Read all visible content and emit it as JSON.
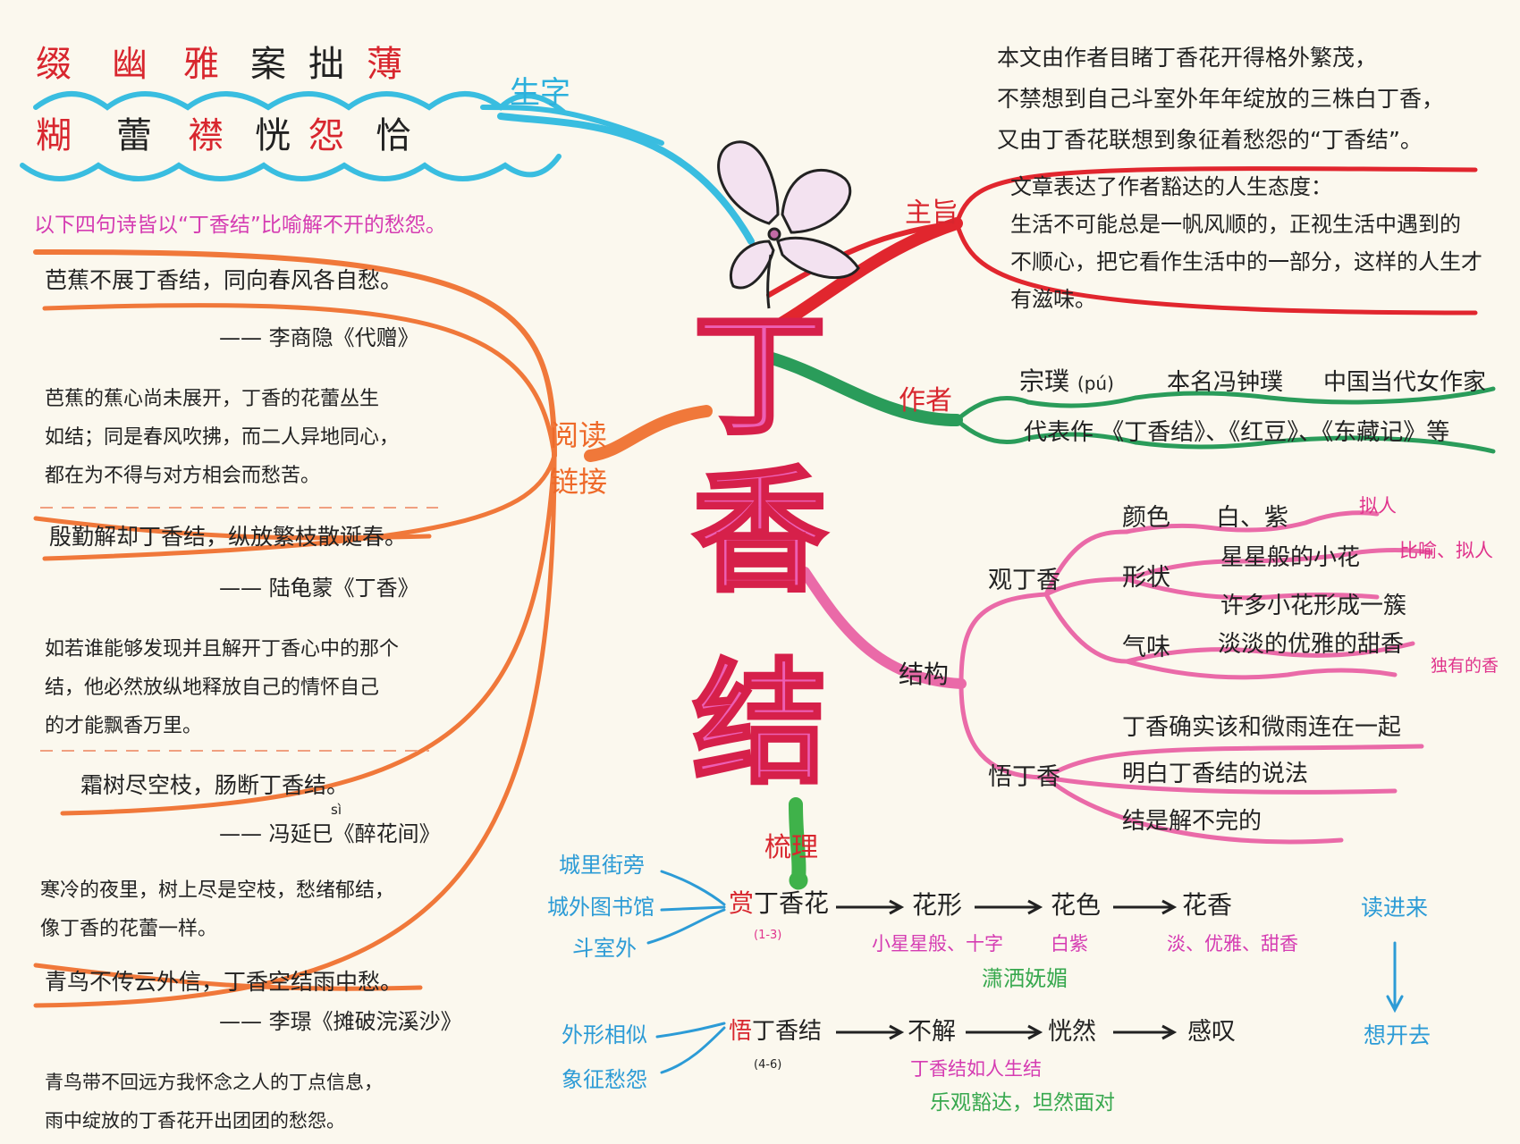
{
  "title": [
    "丁",
    "香",
    "结"
  ],
  "new_chars": {
    "label": "生字",
    "row1": [
      {
        "r": "缀",
        "b": ""
      },
      {
        "r": "",
        "b": "幽"
      },
      {
        "r": "雅",
        "b": ""
      },
      {
        "r": "",
        "b": "案"
      },
      {
        "r": "拙",
        "b": ""
      },
      {
        "r": "薄",
        "b": ""
      }
    ],
    "row2": [
      {
        "r": "",
        "b": "糊"
      },
      {
        "r": "",
        "b": "蕾"
      },
      {
        "r": "襟",
        "b": ""
      },
      {
        "r": "恍",
        "b": ""
      },
      {
        "r": "怨",
        "b": ""
      },
      {
        "r": "",
        "b": "恰"
      }
    ]
  },
  "theme": {
    "label": "主旨",
    "intro": [
      "本文由作者目睹丁香花开得格外繁茂，",
      "不禁想到自己斗室外年年绽放的三株白丁香，",
      "又由丁香花联想到象征着愁怨的“丁香结”。"
    ],
    "attitude": [
      "文章表达了作者豁达的人生态度：",
      "生活不可能总是一帆风顺的，正视生活中遇到的",
      "不顺心，把它看作生活中的一部分，这样的人生才",
      "有滋味。"
    ]
  },
  "author": {
    "label": "作者",
    "name": "宗璞",
    "pinyin": "(pú)",
    "real_name": "本名冯钟璞",
    "identity": "中国当代女作家",
    "works": "代表作 《丁香结》、《红豆》、《东藏记》等"
  },
  "structure": {
    "label": "结构",
    "observe": "观丁香",
    "color": "颜色",
    "color_val": "白、紫",
    "personify": "拟人",
    "shape": "形状",
    "shape_val1": "星星般的小花",
    "shape_val2": "许多小花形成一簇",
    "metaphor": "比喻、拟人",
    "smell": "气味",
    "smell_val": "淡淡的优雅的甜香",
    "unique": "独有的香",
    "realize": "悟丁香",
    "realize_items": [
      "丁香确实该和微雨连在一起",
      "明白丁香结的说法",
      "结是解不完的"
    ]
  },
  "reading": {
    "label1": "阅读",
    "label2": "链接",
    "note": "以下四句诗皆以“丁香结”比喻解不开的愁怨。",
    "poems": [
      {
        "line": "芭蕉不展丁香结，同向春风各自愁。",
        "src": "—— 李商隐《代赠》",
        "expl": [
          "芭蕉的蕉心尚未展开，丁香的花蕾丛生",
          "如结；同是春风吹拂，而二人异地同心，",
          "都在为不得与对方相会而愁苦。"
        ]
      },
      {
        "line": "殷勤解却丁香结，纵放繁枝散诞春。",
        "src": "—— 陆龟蒙《丁香》",
        "expl": [
          "如若谁能够发现并且解开丁香心中的那个",
          "结，他必然放纵地释放自己的情怀自己",
          "的才能飘香万里。"
        ]
      },
      {
        "line": "霜树尽空枝，肠断丁香结。",
        "src": "—— 冯延巳《醉花间》",
        "sup": "sì",
        "expl": [
          "寒冷的夜里，树上尽是空枝，愁绪郁结，",
          "像丁香的花蕾一样。"
        ]
      },
      {
        "line": "青鸟不传云外信，丁香空结雨中愁。",
        "src": "—— 李璟《摊破浣溪沙》",
        "expl": [
          "青鸟带不回远方我怀念之人的丁点信息，",
          "雨中绽放的丁香花开出团团的愁怨。"
        ]
      }
    ]
  },
  "comb": {
    "label": "梳理",
    "places": [
      "城里街旁",
      "城外图书馆",
      "斗室外"
    ],
    "enjoy_prefix": "赏",
    "enjoy": "丁香花",
    "enjoy_range": "(1-3)",
    "flow1": [
      "花形",
      "花色",
      "花香"
    ],
    "flow1_sub": [
      "小星星般、十字",
      "白紫",
      "淡、优雅、甜香"
    ],
    "elegant": "潇洒妩媚",
    "reasons": [
      "外形相似",
      "象征愁怨"
    ],
    "realize_prefix": "悟",
    "realize": "丁香结",
    "realize_range": "(4-6)",
    "flow2": [
      "不解",
      "恍然",
      "感叹"
    ],
    "life": "丁香结如人生结",
    "attitude": "乐观豁达，坦然面对",
    "read_in": "读进来",
    "think_out": "想开去"
  },
  "colors": {
    "blue": "#2cb0dc",
    "red": "#e1262e",
    "green": "#2a9c5a",
    "pink": "#ea6aa8",
    "orange": "#f0783a",
    "paper": "#fbf8ee"
  }
}
